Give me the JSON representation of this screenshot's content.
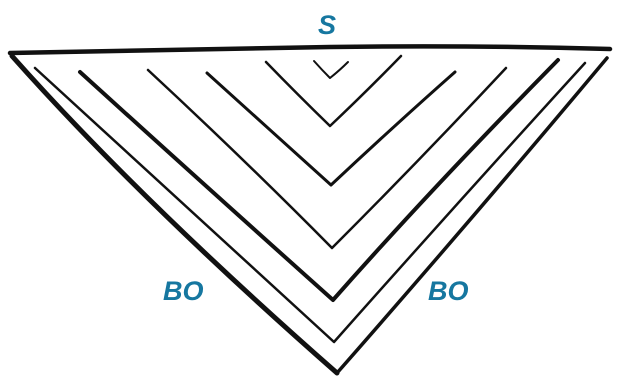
{
  "labels": {
    "top": "S",
    "left": "BO",
    "right": "BO"
  },
  "colors": {
    "label": "#1677a0",
    "stroke": "#111111",
    "background": "#ffffff"
  }
}
